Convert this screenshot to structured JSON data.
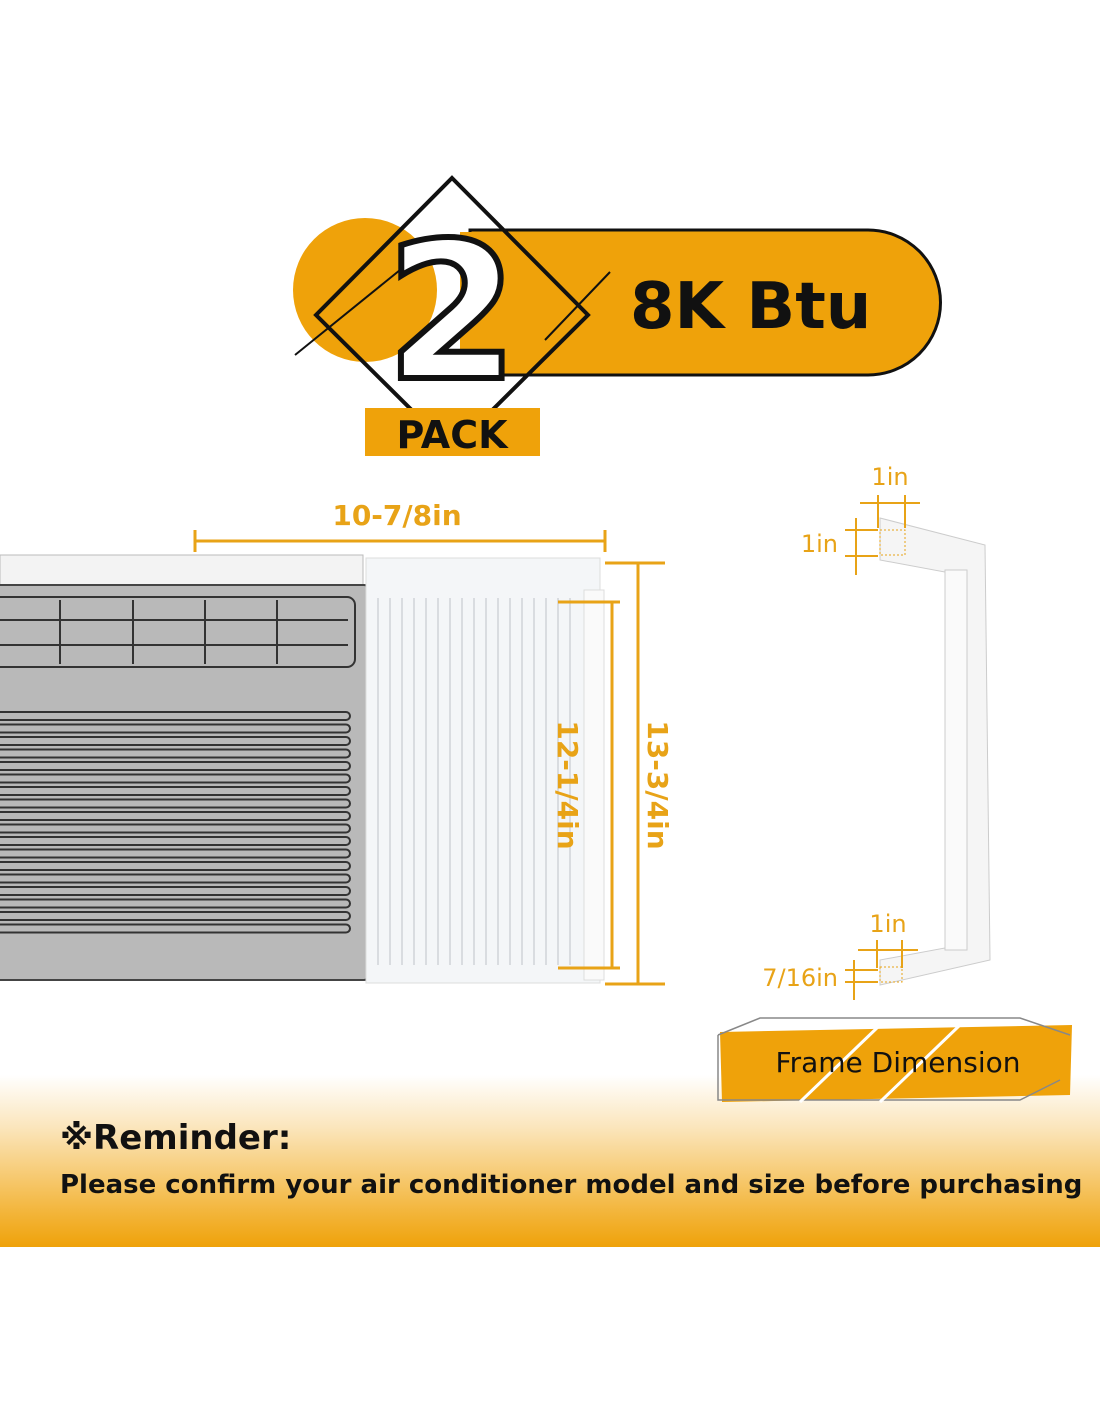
{
  "badge": {
    "number": "2",
    "pack_label": "PACK",
    "btu_label": "8K Btu"
  },
  "panel_dimensions": {
    "width": "10-7/8in",
    "inner_height": "12-1/4in",
    "outer_height": "13-3/4in"
  },
  "frame_dimensions": {
    "top_width": "1in",
    "top_height": "1in",
    "bottom_width": "1in",
    "bottom_height": "7/16in",
    "title": "Frame Dimension"
  },
  "reminder": {
    "title": "※Reminder:",
    "text": "Please confirm your air conditioner model and size before purchasing"
  },
  "colors": {
    "accent": "#EFA20A",
    "dimension": "#E8A317"
  }
}
